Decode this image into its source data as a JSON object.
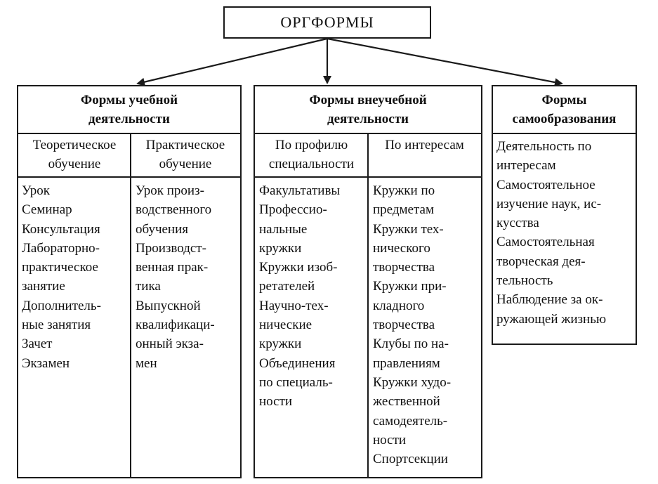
{
  "root": {
    "label": "ОРГФОРМЫ"
  },
  "groups": [
    {
      "title_lines": [
        "Формы учебной",
        "деятельности"
      ],
      "columns": [
        {
          "header_lines": [
            "Теоретическое",
            "обучение"
          ],
          "items": [
            "Урок",
            "Семинар",
            "Консультация",
            "Лабораторно-",
            "практическое",
            "занятие",
            "Дополнитель-",
            "ные занятия",
            "Зачет",
            "Экзамен"
          ]
        },
        {
          "header_lines": [
            "Практическое",
            "обучение"
          ],
          "items": [
            "Урок произ-",
            "водственного",
            "обучения",
            "Производст-",
            "венная прак-",
            "тика",
            "Выпускной",
            "квалификаци-",
            "онный экза-",
            "мен"
          ]
        }
      ]
    },
    {
      "title_lines": [
        "Формы внеучебной",
        "деятельности"
      ],
      "columns": [
        {
          "header_lines": [
            "По профилю",
            "специальности"
          ],
          "items": [
            "Факультативы",
            "Профессио-",
            "нальные",
            "кружки",
            "Кружки изоб-",
            "ретателей",
            "Научно-тех-",
            "нические",
            "кружки",
            "Объединения",
            "по специаль-",
            "ности"
          ]
        },
        {
          "header_lines": [
            "По интересам"
          ],
          "items": [
            "Кружки по",
            "предметам",
            "Кружки тех-",
            "нического",
            "творчества",
            "Кружки при-",
            "кладного",
            "творчества",
            "Клубы по на-",
            "правлениям",
            "Кружки худо-",
            "жественной",
            "самодеятель-",
            "ности",
            "Спортсекции"
          ]
        }
      ]
    },
    {
      "title_lines": [
        "Формы",
        "самообразования"
      ],
      "items": [
        "Деятельность по",
        "интересам",
        "Самостоятельное",
        "изучение наук, ис-",
        "кусства",
        "Самостоятельная",
        "творческая дея-",
        "тельность",
        "Наблюдение за ок-",
        "ружающей жизнью"
      ]
    }
  ]
}
